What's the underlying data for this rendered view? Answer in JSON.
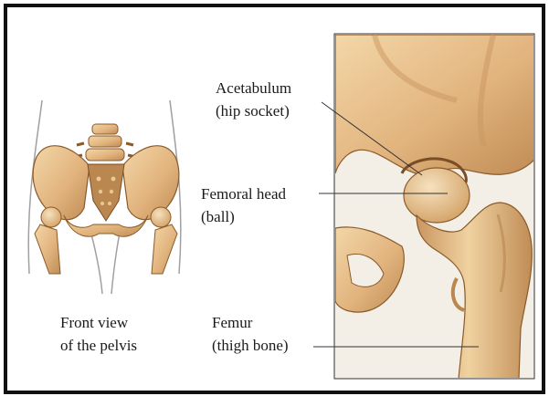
{
  "labels": {
    "acetabulum": "Acetabulum",
    "acetabulum_sub": "(hip socket)",
    "femoral_head": "Femoral head",
    "femoral_head_sub": "(ball)",
    "femur": "Femur",
    "femur_sub": "(thigh bone)",
    "front_view": "Front view",
    "front_view_sub": "of the pelvis"
  },
  "colors": {
    "bone": "#e2b47e",
    "bone_light": "#f3d7a8",
    "bone_shadow": "#b9874f",
    "outline": "#8a5a2b",
    "body_outline": "#9a9a9a",
    "leader": "#333333",
    "border": "#111111"
  }
}
